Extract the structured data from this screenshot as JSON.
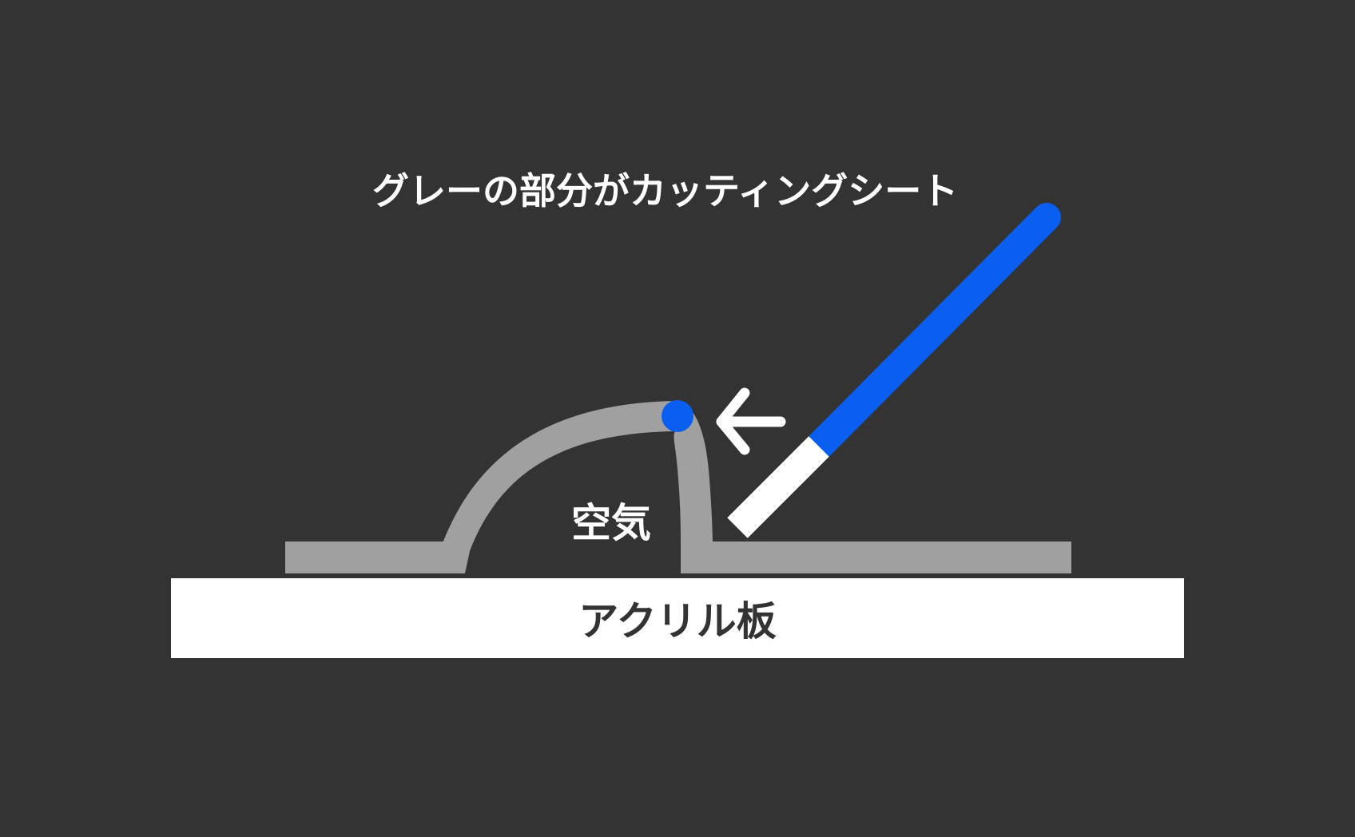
{
  "caption": "グレーの部分がカッティングシート",
  "air_label": "空気",
  "plate_label": "アクリル板",
  "colors": {
    "background": "#333333",
    "sheet": "#a0a0a0",
    "plate": "#ffffff",
    "squeegee": "#0a5ef0",
    "squeegee_edge": "#ffffff",
    "arrow": "#ffffff",
    "contact_point": "#0a5ef0"
  },
  "icons": {
    "arrow": "arrow-left-icon",
    "squeegee": "squeegee-icon"
  }
}
